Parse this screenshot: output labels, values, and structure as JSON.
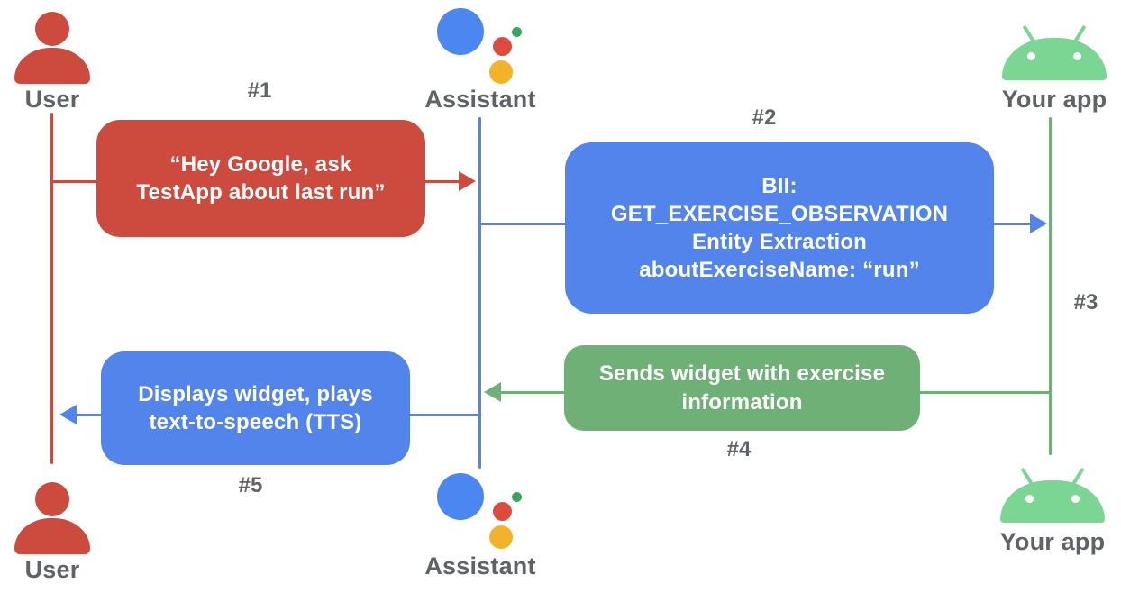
{
  "diagram": {
    "actors": {
      "user": "User",
      "assistant": "Assistant",
      "your_app": "Your app"
    },
    "steps": {
      "s1": {
        "label": "#1",
        "message": "“Hey Google, ask\nTestApp about last run”"
      },
      "s2": {
        "label": "#2",
        "message": "BII:\nGET_EXERCISE_OBSERVATION\nEntity Extraction\naboutExerciseName: “run”"
      },
      "s3": {
        "label": "#3"
      },
      "s4": {
        "label": "#4",
        "message": "Sends widget with exercise\ninformation"
      },
      "s5": {
        "label": "#5",
        "message": "Displays widget, plays\ntext-to-speech (TTS)"
      }
    },
    "icons": {
      "user": "user-icon",
      "assistant": "assistant-icon",
      "your_app": "android-icon"
    },
    "colors": {
      "red": "#cc4a3e",
      "blue": "#5384ec",
      "green": "#6fb076",
      "android_green": "#7cd693",
      "label_gray": "#5f6368",
      "assistant_logo": {
        "blue": "#4c86f0",
        "red": "#dc4b3e",
        "yellow": "#f2b32a",
        "green": "#3ba55a"
      }
    }
  }
}
